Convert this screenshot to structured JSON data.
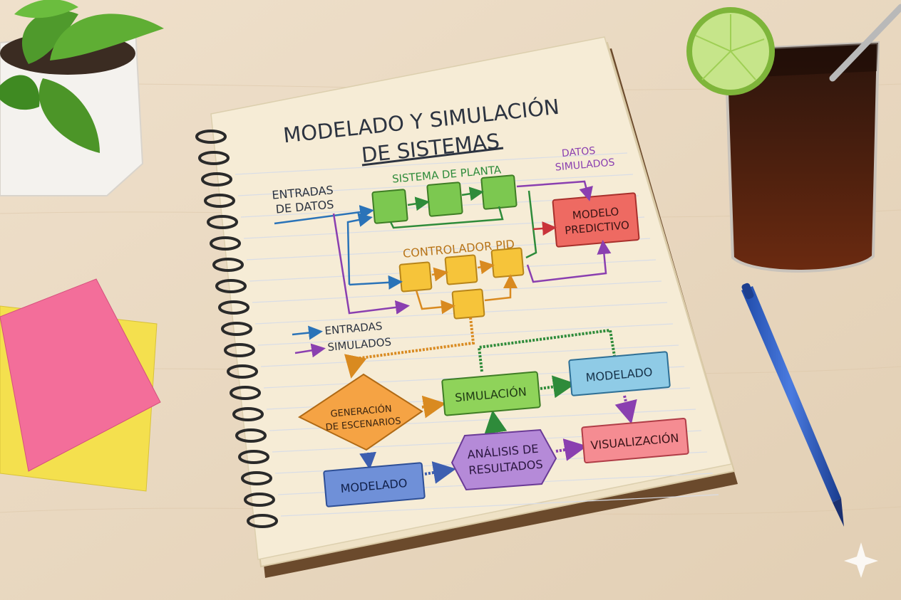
{
  "notebook": {
    "title_line1": "MODELADO Y SIMULACIÓN",
    "title_line2": "DE SISTEMAS"
  },
  "labels": {
    "entradas_datos_1": "ENTRADAS",
    "entradas_datos_2": "DE DATOS",
    "sistema_planta": "SISTEMA DE PLANTA",
    "datos_simulados_1": "DATOS",
    "datos_simulados_2": "SIMULADOS",
    "controlador_pid": "CONTROLADOR PID"
  },
  "legend": {
    "item1": "ENTRADAS",
    "item2": "SIMULADOS"
  },
  "nodes": {
    "modelo_predictivo_1": "MODELO",
    "modelo_predictivo_2": "PREDICTIVO",
    "generacion_1": "GENERACIÓN",
    "generacion_2": "DE ESCENARIOS",
    "simulacion": "SIMULACIÓN",
    "modelado_top": "MODELADO",
    "visualizacion": "VISUALIZACIÓN",
    "analisis_1": "ANÁLISIS DE",
    "analisis_2": "RESULTADOS",
    "modelado_bottom": "MODELADO"
  },
  "colors": {
    "desk": "#e9d9c2",
    "paper": "#f6ecd6",
    "plant_green": "#7cc850",
    "pid_yellow": "#f6c43a",
    "predictive_red": "#ee6a62",
    "scenario_orange": "#f5a344",
    "sim_green": "#8fd35a",
    "model_blue": "#8fcbe6",
    "vis_red": "#f58c92",
    "analysis_purple": "#b58ad8",
    "model_navy": "#6f90d8",
    "arrow_blue": "#2a73b8",
    "arrow_purple": "#8a3fb0",
    "arrow_green": "#2e8b3a",
    "arrow_orange": "#d98a20",
    "arrow_red": "#c9333a",
    "note_pink": "#f36e9a",
    "note_yellow": "#f4e04e",
    "pen_blue": "#2b59c3",
    "soda": "#3a1f14",
    "lime": "#9fd454"
  }
}
